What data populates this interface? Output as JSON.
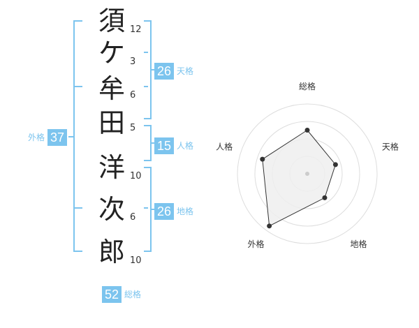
{
  "name_characters": [
    {
      "char": "須",
      "strokes": "12"
    },
    {
      "char": "ケ",
      "strokes": "3"
    },
    {
      "char": "牟",
      "strokes": "6"
    },
    {
      "char": "田",
      "strokes": "5"
    },
    {
      "char": "洋",
      "strokes": "10"
    },
    {
      "char": "次",
      "strokes": "6"
    },
    {
      "char": "郎",
      "strokes": "10"
    }
  ],
  "fortune": {
    "tenkaku": {
      "value": "26",
      "label": "天格"
    },
    "jinkaku": {
      "value": "15",
      "label": "人格"
    },
    "chikaku": {
      "value": "26",
      "label": "地格"
    },
    "gaikaku": {
      "value": "37",
      "label": "外格"
    },
    "soukaku": {
      "value": "52",
      "label": "総格"
    }
  },
  "colors": {
    "accent": "#7cc4ee",
    "polygon_fill": "#eeeeee",
    "grid": "#dddddd",
    "line": "#333333"
  },
  "chart_data": {
    "type": "radar",
    "axes": [
      "総格",
      "天格",
      "地格",
      "外格",
      "人格"
    ],
    "rings": 4,
    "max": 4,
    "values": [
      2.5,
      1.7,
      1.7,
      3.7,
      2.7
    ]
  }
}
